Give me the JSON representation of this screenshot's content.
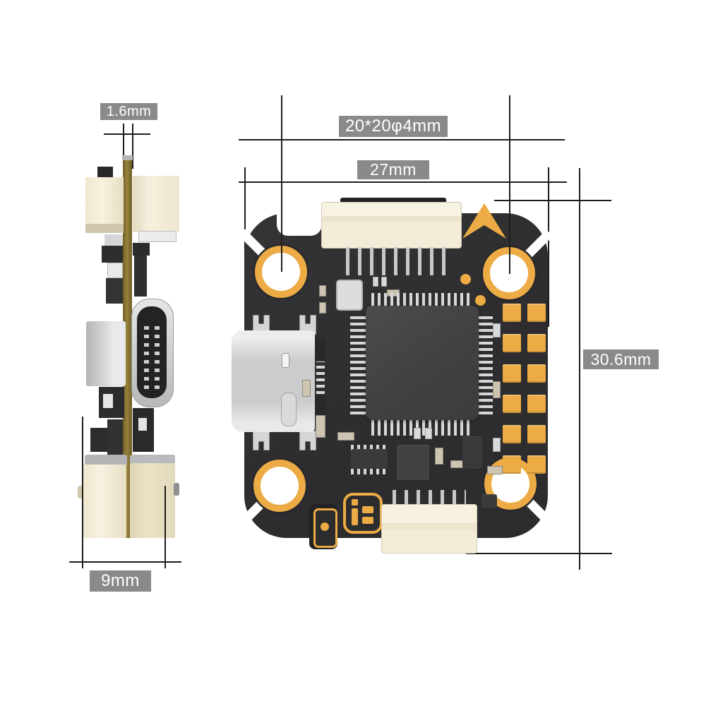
{
  "diagram": {
    "kind": "product-dimension-diagram",
    "subject": "20x20 flight controller board (side profile view and top view)"
  },
  "labels": {
    "pcb_thickness": "1.6mm",
    "mounting_pattern": "20*20φ4mm",
    "board_width": "27mm",
    "overall_height": "30.6mm",
    "side_profile_width": "9mm"
  },
  "icons": {
    "orientation_arrow": "up-arrow-marker",
    "brand_logo": "iflight-logo"
  },
  "colors": {
    "background": "#ffffff",
    "label_bg": "#8a8a8a",
    "label_text": "#ffffff",
    "dimension_line": "#1d1d1d",
    "board_dark": "#303032",
    "gold_accent": "#ecab44",
    "pcb_side_olive": "#8c7a33",
    "connector_beige": "#f3ecd9",
    "metal_silver": "#cdced0",
    "mcu_gray": "#454547"
  }
}
